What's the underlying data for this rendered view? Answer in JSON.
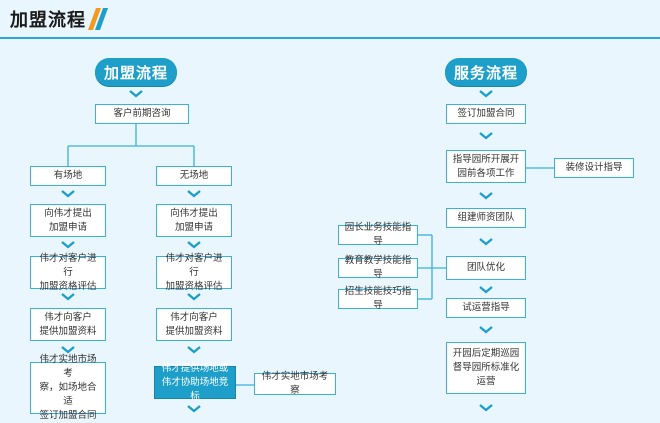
{
  "header": {
    "title": "加盟流程"
  },
  "colors": {
    "accent": "#1e9fc9",
    "line": "#3ab0dc",
    "orange": "#f39a1e"
  },
  "left": {
    "title": "加盟流程",
    "top": "客户前期咨询",
    "branch_a": {
      "label": "有场地",
      "steps": [
        "向伟才提出\n加盟申请",
        "伟才对客户进行\n加盟资格评估",
        "伟才向客户\n提供加盟资料",
        "伟才实地市场考\n察，如场地合适\n签订加盟合同"
      ]
    },
    "branch_b": {
      "label": "无场地",
      "steps": [
        "向伟才提出\n加盟申请",
        "伟才对客户进行\n加盟资格评估",
        "伟才向客户\n提供加盟资料",
        "伟才提供场地或\n伟才协助场地竞标"
      ],
      "side": "伟才实地市场考察"
    }
  },
  "right": {
    "title": "服务流程",
    "steps": [
      "签订加盟合同",
      "指导园所开展开\n园前各项工作",
      "组建师资团队",
      "团队优化",
      "试运营指导",
      "开园后定期巡园\n督导园所标准化\n运营"
    ],
    "side_decor": "装修设计指导",
    "side_left": [
      "园长业务技能指导",
      "教育教学技能指导",
      "招生技能技巧指导"
    ]
  }
}
